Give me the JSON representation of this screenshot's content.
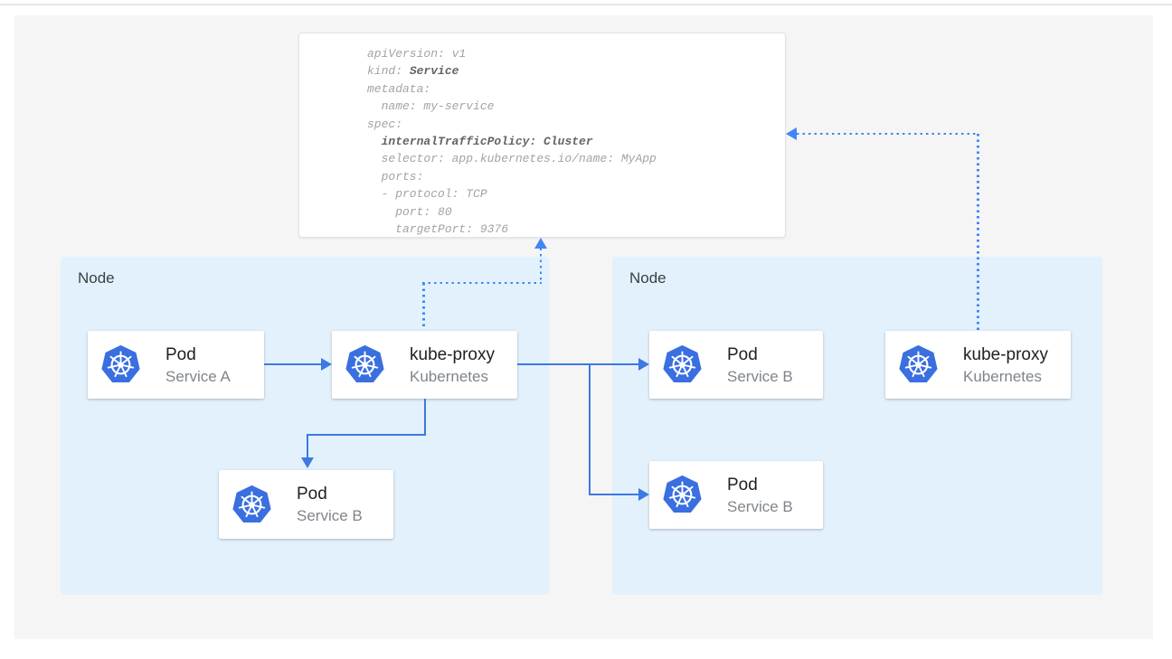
{
  "diagram": {
    "title_semantic": "Kubernetes Service internalTrafficPolicy Cluster routing diagram",
    "colors": {
      "arrow_blue": "#3e78e3",
      "dotted_blue": "#4285f4",
      "node_background": "#e3f1fc",
      "panel_background": "#f5f5f6",
      "kubernetes_icon_blue": "#3a6fe0",
      "card_title_text": "#202124",
      "card_subtitle_text": "#7f858b",
      "yaml_regular_text": "#a3a3a3",
      "yaml_bold_text": "#646464"
    }
  },
  "yaml": {
    "lines": [
      {
        "pre": "apiVersion: v1",
        "bold": "",
        "post": ""
      },
      {
        "pre": "kind: ",
        "bold": "Service",
        "post": ""
      },
      {
        "pre": "metadata:",
        "bold": "",
        "post": ""
      },
      {
        "pre": "  name: my-service",
        "bold": "",
        "post": ""
      },
      {
        "pre": "spec:",
        "bold": "",
        "post": ""
      },
      {
        "pre": "  ",
        "bold": "internalTrafficPolicy: Cluster",
        "post": ""
      },
      {
        "pre": "  selector: app.kubernetes.io/name: MyApp",
        "bold": "",
        "post": ""
      },
      {
        "pre": "  ports:",
        "bold": "",
        "post": ""
      },
      {
        "pre": "  - protocol: TCP",
        "bold": "",
        "post": ""
      },
      {
        "pre": "    port: 80",
        "bold": "",
        "post": ""
      },
      {
        "pre": "    targetPort: 9376",
        "bold": "",
        "post": ""
      }
    ]
  },
  "nodes": {
    "left": {
      "label": "Node"
    },
    "right": {
      "label": "Node"
    }
  },
  "cards": {
    "pod_a": {
      "title": "Pod",
      "subtitle": "Service A",
      "icon": "kubernetes-icon"
    },
    "kube_proxy_left": {
      "title": "kube-proxy",
      "subtitle": "Kubernetes",
      "icon": "kubernetes-icon"
    },
    "pod_b_left": {
      "title": "Pod",
      "subtitle": "Service B",
      "icon": "kubernetes-icon"
    },
    "pod_b_right_top": {
      "title": "Pod",
      "subtitle": "Service B",
      "icon": "kubernetes-icon"
    },
    "pod_b_right_bot": {
      "title": "Pod",
      "subtitle": "Service B",
      "icon": "kubernetes-icon"
    },
    "kube_proxy_right": {
      "title": "kube-proxy",
      "subtitle": "Kubernetes",
      "icon": "kubernetes-icon"
    }
  }
}
